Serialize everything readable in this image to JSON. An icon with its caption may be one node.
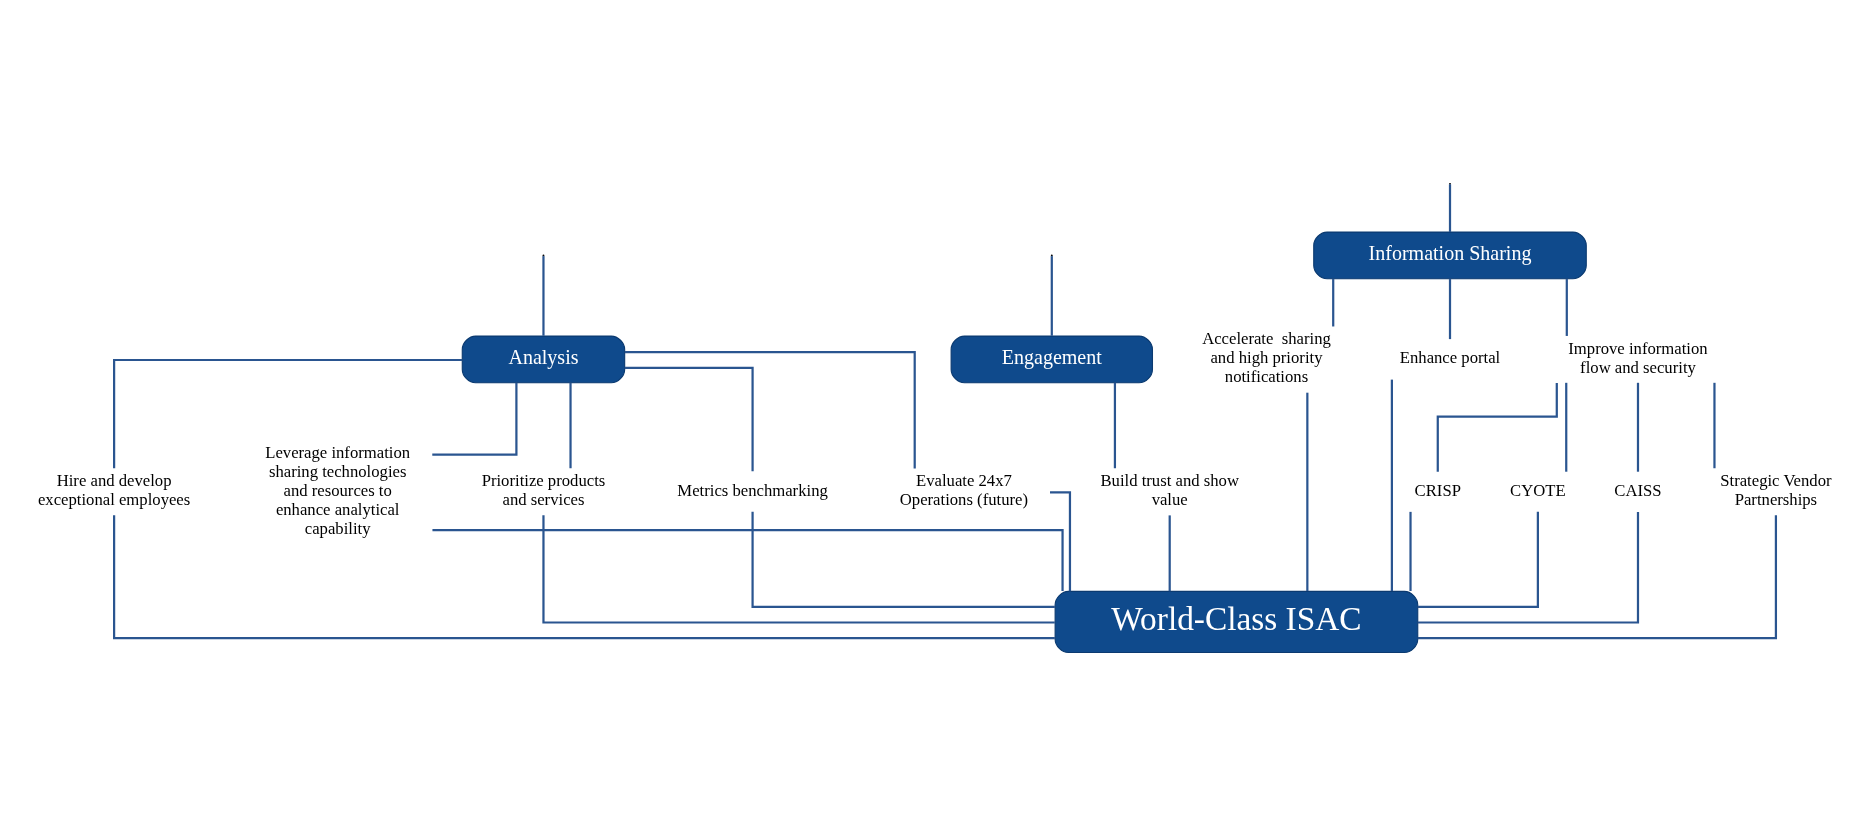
{
  "diagram": {
    "nodes": [
      {
        "text": [
          "Information Sharing"
        ]
      },
      {
        "text": [
          "Analysis"
        ]
      },
      {
        "text": [
          "Engagement"
        ]
      },
      {
        "text": [
          "Accelerate  sharing and high priority notifications"
        ]
      },
      {
        "text": [
          "Enhance portal"
        ]
      },
      {
        "text": [
          "Improve information flow and security"
        ]
      },
      {
        "text": [
          "CRISP"
        ]
      },
      {
        "text": [
          "CYOTE"
        ]
      },
      {
        "text": [
          "CAISS"
        ]
      },
      {
        "text": [
          "Strategic Vendor Partnerships"
        ]
      },
      {
        "text": [
          "Hire and develop exceptional employees"
        ]
      },
      {
        "text": [
          "Leverage information sharing technologies and resources to enhance analytical capability"
        ]
      },
      {
        "text": [
          "Prioritize products and services"
        ]
      },
      {
        "text": [
          "Metrics benchmarking"
        ]
      },
      {
        "text": [
          "Evaluate 24x7 Operations (future)"
        ]
      },
      {
        "text": [
          "Build trust and show value"
        ]
      },
      {
        "text": [
          "World-Class ISAC"
        ]
      }
    ],
    "edges": [
      {
        "from": null,
        "to": 0,
        "arrow": "none"
      },
      {
        "from": null,
        "to": 1,
        "arrow": "none"
      },
      {
        "from": null,
        "to": 2,
        "arrow": "none"
      },
      {
        "from": 0,
        "to": 3,
        "arrow": "none"
      },
      {
        "from": 0,
        "to": 4,
        "arrow": "none"
      },
      {
        "from": 0,
        "to": 5,
        "arrow": "none"
      },
      {
        "from": 5,
        "to": 6,
        "arrow": "none"
      },
      {
        "from": 5,
        "to": 7,
        "arrow": "none"
      },
      {
        "from": 5,
        "to": 8,
        "arrow": "none"
      },
      {
        "from": 5,
        "to": 9,
        "arrow": "none"
      },
      {
        "from": 1,
        "to": 10,
        "arrow": "none"
      },
      {
        "from": 1,
        "to": 11,
        "arrow": "none"
      },
      {
        "from": 1,
        "to": 12,
        "arrow": "none"
      },
      {
        "from": 1,
        "to": 13,
        "arrow": "none"
      },
      {
        "from": 1,
        "to": 14,
        "arrow": "none"
      },
      {
        "from": 2,
        "to": 15,
        "arrow": "none"
      },
      {
        "from": 3,
        "to": 16,
        "arrow": "none"
      },
      {
        "from": 4,
        "to": 16,
        "arrow": "none"
      },
      {
        "from": 6,
        "to": 16,
        "arrow": "none"
      },
      {
        "from": 7,
        "to": 16,
        "arrow": "none"
      },
      {
        "from": 8,
        "to": 16,
        "arrow": "none"
      },
      {
        "from": 9,
        "to": 16,
        "arrow": "none"
      },
      {
        "from": 10,
        "to": 16,
        "arrow": "none"
      },
      {
        "from": 11,
        "to": 16,
        "arrow": "none"
      },
      {
        "from": 12,
        "to": 16,
        "arrow": "none"
      },
      {
        "from": 13,
        "to": 16,
        "arrow": "none"
      },
      {
        "from": 14,
        "to": 16,
        "arrow": "none"
      },
      {
        "from": 15,
        "to": 16,
        "arrow": "none"
      }
    ]
  }
}
